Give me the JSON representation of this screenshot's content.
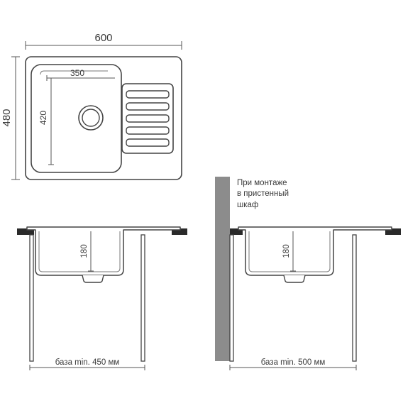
{
  "top_view": {
    "width_label": "600",
    "height_label": "480",
    "bowl_width_label": "350",
    "bowl_depth_label": "420"
  },
  "side_view_left": {
    "depth_label": "180",
    "base_label": "база min. 450 мм"
  },
  "side_view_right": {
    "depth_label": "180",
    "base_label": "база min. 500 мм",
    "note_lines": [
      "При монтаже",
      "в пристенный",
      "шкаф"
    ]
  },
  "colors": {
    "line": "#4a4a4a",
    "fill": "#ffffff",
    "wall": "#8c8c8c",
    "countertop": "#2a2a2a"
  }
}
